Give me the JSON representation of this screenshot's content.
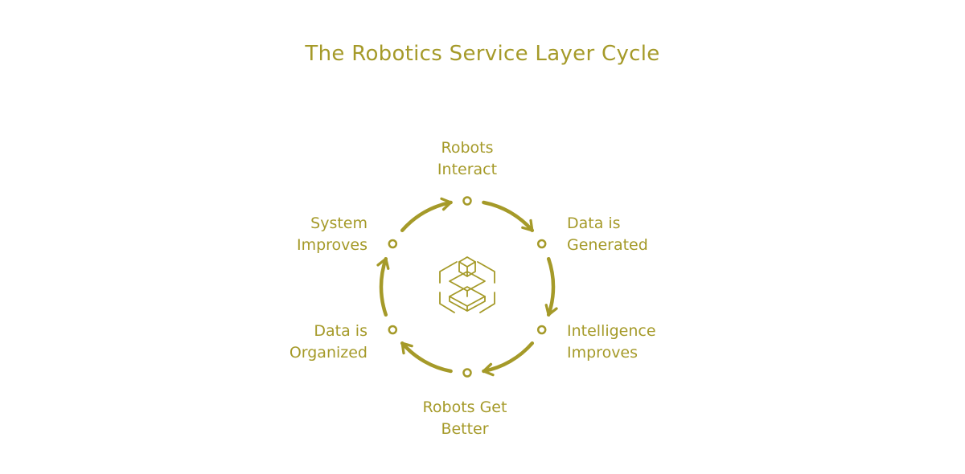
{
  "title": "The Robotics Service Layer Cycle",
  "accent_color": "#a59a29",
  "center_icon": "robot-layers-icon",
  "steps": [
    {
      "label_lines": [
        "Robots",
        "Interact"
      ]
    },
    {
      "label_lines": [
        "Data is",
        "Generated"
      ]
    },
    {
      "label_lines": [
        "Intelligence",
        "Improves"
      ]
    },
    {
      "label_lines": [
        "Robots Get",
        "Better"
      ]
    },
    {
      "label_lines": [
        "Data is",
        "Organized"
      ]
    },
    {
      "label_lines": [
        "System",
        "Improves"
      ]
    }
  ]
}
